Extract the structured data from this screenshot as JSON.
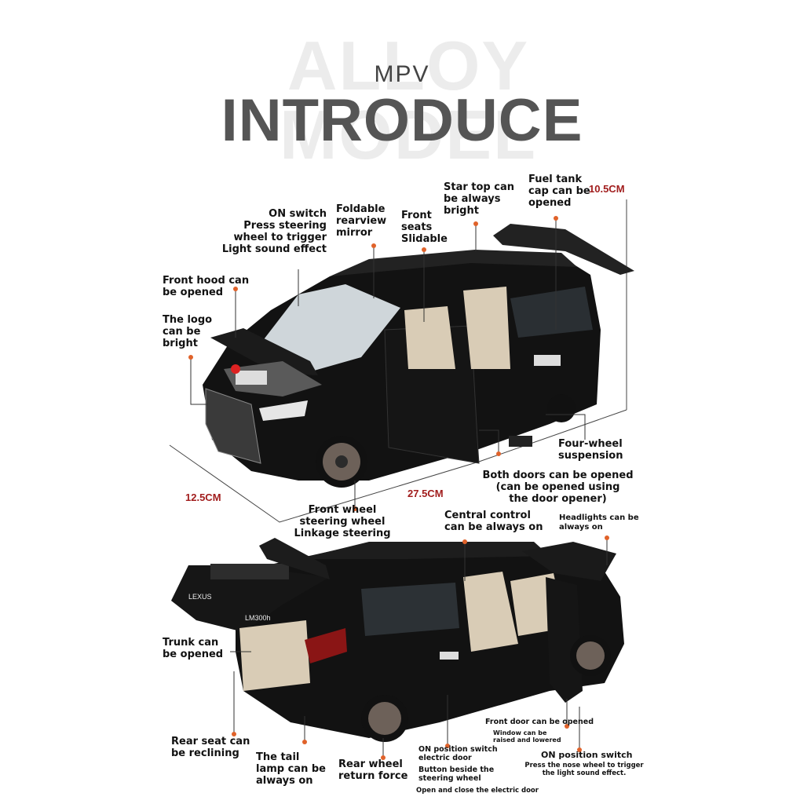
{
  "header": {
    "background_word": "ALLOY MODEL",
    "subtitle": "MPV",
    "title": "INTRODUCE"
  },
  "dimensions": {
    "height": "10.5CM",
    "width": "12.5CM",
    "length": "27.5CM"
  },
  "top_labels": {
    "star_top": "Star top can\nbe always\nbright",
    "fuel_tank": "Fuel tank\ncap can be\nopened",
    "front_seats": "Front\nseats\nSlidable",
    "foldable_mirror": "Foldable\nrearview\nmirror",
    "on_switch": "ON switch\nPress steering\nwheel to trigger\nLight sound effect",
    "front_hood": "Front hood can\nbe opened",
    "logo": "The logo\ncan be\nbright",
    "four_wheel": "Four-wheel\nsuspension",
    "both_doors": "Both doors can be opened\n(can be opened using\nthe door opener)",
    "front_wheel": "Front wheel\nsteering wheel\nLinkage steering"
  },
  "bottom_labels": {
    "central_control": "Central control\ncan be always on",
    "headlights": "Headlights can be\nalways on",
    "trunk": "Trunk can\nbe opened",
    "rear_seat": "Rear seat can\nbe reclining",
    "tail_lamp": "The tail\nlamp can be\nalways on",
    "rear_wheel": "Rear wheel\nreturn force",
    "front_door_title": "Front door can be opened",
    "front_door_sub": "Window can be\nraised and lowered",
    "on_electric_title": "ON position switch\nelectric door",
    "on_electric_sub": "Button beside the\nsteering wheel",
    "on_electric_foot": "Open and close the electric door",
    "on_nose_title": "ON position switch",
    "on_nose_sub": "Press the nose wheel to trigger\nthe light sound effect."
  },
  "plates": {
    "rear_left": "LEXUS",
    "rear_right": "LM300h"
  },
  "colors": {
    "accent_red": "#a11d1d",
    "leader_dot": "#e0622a",
    "car_body": "#121212",
    "interior": "#d9ccb6"
  }
}
